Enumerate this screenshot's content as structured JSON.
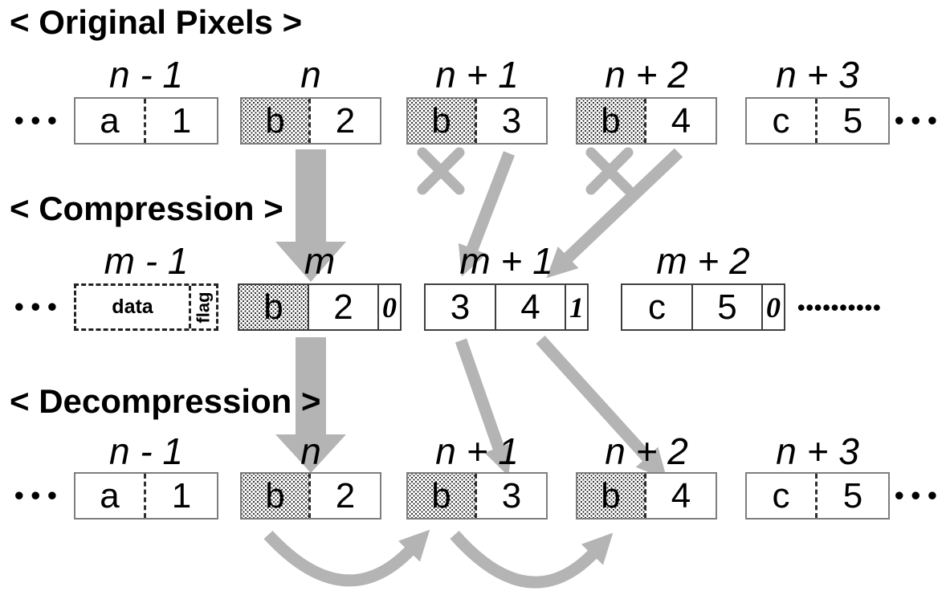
{
  "sections": {
    "original": {
      "title": "< Original Pixels >",
      "labels": [
        "n - 1",
        "n",
        "n + 1",
        "n + 2",
        "n + 3"
      ],
      "pixels": [
        {
          "letter": "a",
          "value": "1"
        },
        {
          "letter": "b",
          "value": "2"
        },
        {
          "letter": "b",
          "value": "3"
        },
        {
          "letter": "b",
          "value": "4"
        },
        {
          "letter": "c",
          "value": "5"
        }
      ],
      "ellipsis_left": "•••",
      "ellipsis_right": "•••"
    },
    "compression": {
      "title": "< Compression >",
      "labels": [
        "m - 1",
        "m",
        "m + 1",
        "m + 2"
      ],
      "placeholder": {
        "data_label": "data",
        "flag_label": "flag"
      },
      "words": [
        {
          "first": "b",
          "second": "2",
          "flag": "0"
        },
        {
          "first": "3",
          "second": "4",
          "flag": "1"
        },
        {
          "first": "c",
          "second": "5",
          "flag": "0"
        }
      ],
      "ellipsis_left": "•••",
      "ellipsis_right": "••••••••••"
    },
    "decompression": {
      "title": "< Decompression >",
      "labels": [
        "n - 1",
        "n",
        "n + 1",
        "n + 2",
        "n + 3"
      ],
      "pixels": [
        {
          "letter": "a",
          "value": "1"
        },
        {
          "letter": "b",
          "value": "2"
        },
        {
          "letter": "b",
          "value": "3"
        },
        {
          "letter": "b",
          "value": "4"
        },
        {
          "letter": "c",
          "value": "5"
        }
      ],
      "ellipsis_left": "•••",
      "ellipsis_right": "•••"
    }
  },
  "colors": {
    "arrow_gray": "#b4b4b4",
    "pixel_box_border": "#7e7e7e",
    "compressed_box_border": "#3f3f3f",
    "text": "#000000"
  }
}
